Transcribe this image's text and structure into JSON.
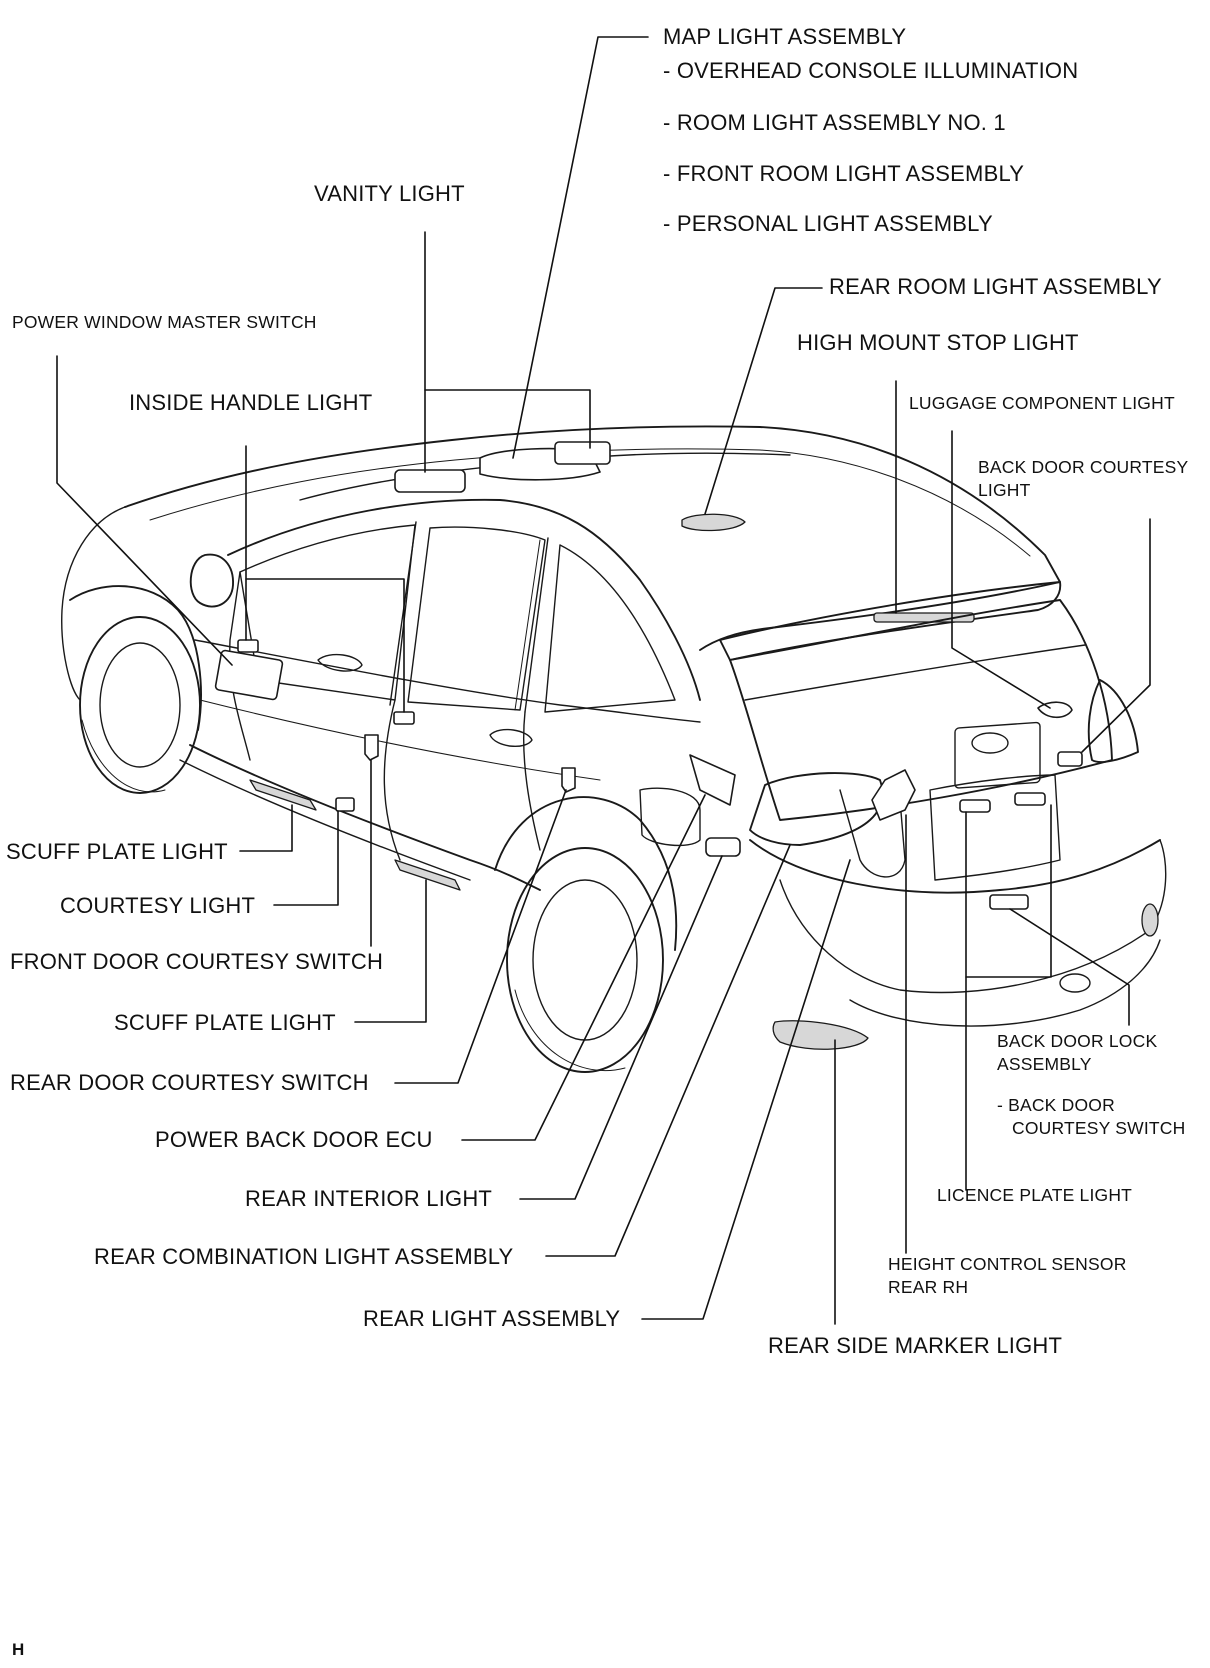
{
  "callouts": {
    "map_light_assembly": "MAP LIGHT ASSEMBLY",
    "overhead_console_illumination": "- OVERHEAD CONSOLE ILLUMINATION",
    "room_light_assembly_no1": "- ROOM LIGHT ASSEMBLY NO. 1",
    "front_room_light_assembly": "- FRONT ROOM LIGHT ASSEMBLY",
    "personal_light_assembly": "- PERSONAL LIGHT ASSEMBLY",
    "vanity_light": "VANITY LIGHT",
    "rear_room_light_assembly": "REAR ROOM LIGHT ASSEMBLY",
    "high_mount_stop_light": "HIGH MOUNT STOP LIGHT",
    "power_window_master_switch": "POWER WINDOW MASTER SWITCH",
    "inside_handle_light": "INSIDE HANDLE LIGHT",
    "luggage_component_light": "LUGGAGE COMPONENT LIGHT",
    "back_door_courtesy_light_line1": "BACK DOOR COURTESY",
    "back_door_courtesy_light_line2": "LIGHT",
    "scuff_plate_light_front": "SCUFF PLATE LIGHT",
    "courtesy_light": "COURTESY LIGHT",
    "front_door_courtesy_switch": "FRONT DOOR COURTESY SWITCH",
    "scuff_plate_light_rear": "SCUFF PLATE LIGHT",
    "rear_door_courtesy_switch": "REAR DOOR COURTESY SWITCH",
    "power_back_door_ecu": "POWER BACK DOOR ECU",
    "rear_interior_light": "REAR INTERIOR LIGHT",
    "rear_combination_light_assembly": "REAR COMBINATION LIGHT ASSEMBLY",
    "rear_light_assembly": "REAR LIGHT ASSEMBLY",
    "back_door_lock_assembly_line1": "BACK DOOR LOCK",
    "back_door_lock_assembly_line2": "ASSEMBLY",
    "back_door_courtesy_switch_line1": "-  BACK DOOR",
    "back_door_courtesy_switch_line2": "COURTESY SWITCH",
    "licence_plate_light": "LICENCE PLATE LIGHT",
    "height_control_sensor_line1": "HEIGHT CONTROL SENSOR",
    "height_control_sensor_line2": "REAR RH",
    "rear_side_marker_light": "REAR SIDE MARKER LIGHT"
  },
  "corner_mark": "H",
  "colors": {
    "line": "#1a1a1a",
    "background": "#ffffff",
    "shading": "#d7d7d7"
  }
}
